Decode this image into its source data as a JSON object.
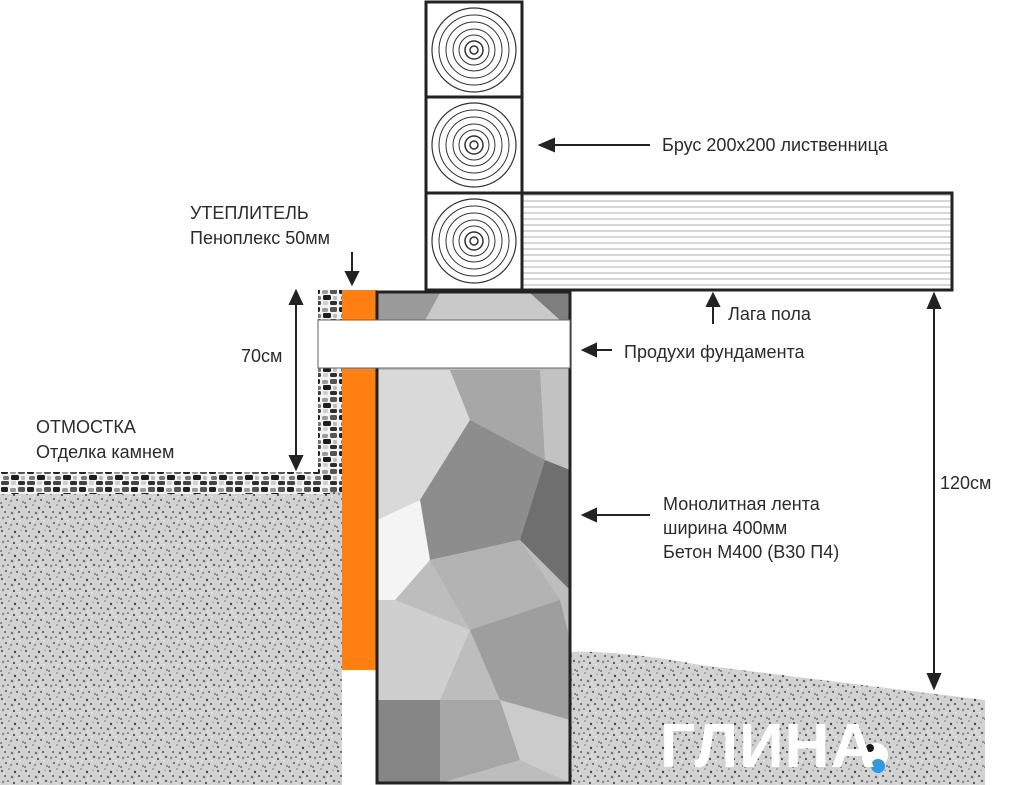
{
  "labels": {
    "beam": "Брус 200х200 лиственница",
    "insulation_title": "УТЕПЛИТЕЛЬ",
    "insulation_sub": "Пеноплекс 50мм",
    "floor_joist": "Лага пола",
    "vents": "Продухи фундамента",
    "height_70": "70см",
    "blind_area_title": "ОТМОСТКА",
    "blind_area_sub": "Отделка камнем",
    "strip_line1": "Монолитная лента",
    "strip_line2": "ширина 400мм",
    "strip_line3": "Бетон М400 (В30 П4)",
    "height_120": "120см"
  },
  "watermark": "ГЛИНА",
  "colors": {
    "insulation": "#ff7f10",
    "outline": "#222222",
    "soil_base": "#d4d4d4",
    "vent": "#ffffff"
  }
}
